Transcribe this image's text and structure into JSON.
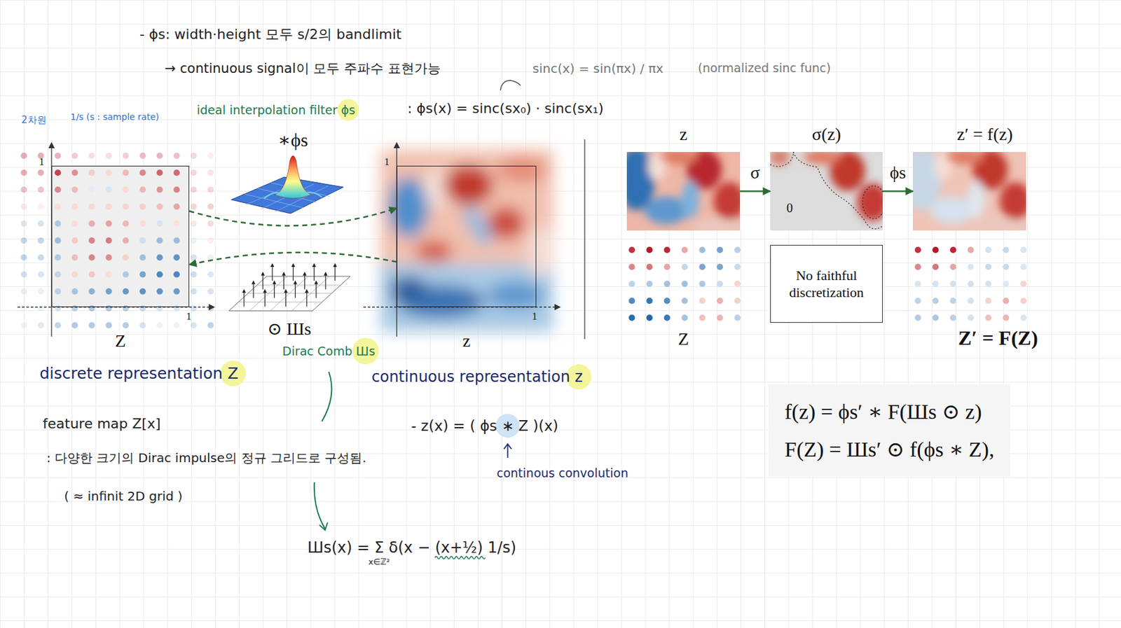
{
  "diagram": {
    "nodes": [
      {
        "text": [
          "Z"
        ]
      },
      {
        "text": [
          "z"
        ]
      },
      {
        "text": [
          "z"
        ]
      },
      {
        "text": [
          "σ(z)",
          "0"
        ]
      },
      {
        "text": [
          "z′ = f(z)"
        ]
      },
      {
        "text": [
          "Z"
        ]
      },
      {
        "text": [
          "No faithful discretization"
        ]
      },
      {
        "text": [
          "Z′ = F(Z)"
        ]
      },
      {
        "text": [
          "f(z) = ϕs′ ∗ F(Шs ⊙ z)",
          "F(Z) = Шs′ ⊙ f(ϕs ∗ Z),"
        ]
      }
    ],
    "edges": [
      {
        "from": 0,
        "to": 1,
        "arrow": "to",
        "label": "∗ϕs"
      },
      {
        "from": 1,
        "to": 0,
        "arrow": "to",
        "label": "⊙ Шs"
      },
      {
        "from": 2,
        "to": 3,
        "arrow": "to",
        "label": "σ"
      },
      {
        "from": 3,
        "to": 4,
        "arrow": "to",
        "label": "ϕs"
      }
    ],
    "labels": [
      "- ϕs: width·height 모두 s/2의 bandlimit",
      "→ continuous signal이 모두 주파수 표현가능",
      "sinc(x) = sin(πx) / πx",
      "(normalized sinc func)",
      "ideal interpolation filter ϕs",
      ": ϕs(x) = sinc(sx₀) · sinc(sx₁)",
      "2차원",
      "1/s (s : sample rate)",
      "1",
      "1",
      "1",
      "1",
      "Dirac Comb Шs",
      "discrete representation Z",
      "continuous representation z",
      "feature map Z[x]",
      ": 다양한 크기의 Dirac impulse의 정규 그리드로 구성됨.",
      "( ≈ infinit 2D grid )",
      "- z(x) = ( ϕs ∗ Z )(x)",
      "continous convolution",
      "Шs(x) = Σ δ(x − (x+½) 1/s)",
      "x∈ℤ²"
    ]
  }
}
